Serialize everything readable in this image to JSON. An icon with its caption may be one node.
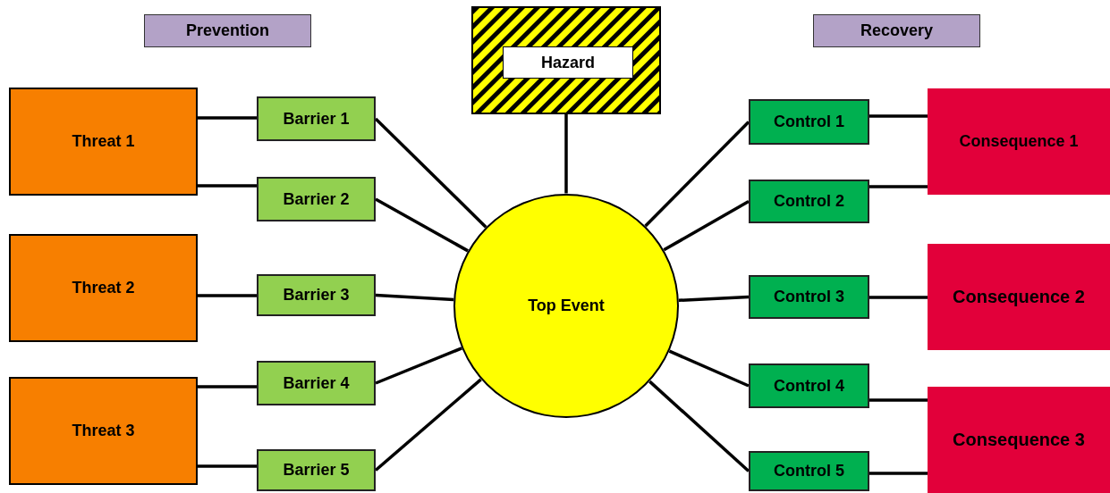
{
  "diagram": {
    "nodes": [
      {
        "text": [
          "Prevention"
        ]
      },
      {
        "text": [],
        "shape": "box"
      },
      {
        "text": [
          "Hazard"
        ],
        "in": 1
      },
      {
        "text": [
          "Recovery"
        ]
      },
      {
        "text": [
          "Threat 1"
        ]
      },
      {
        "text": [
          "Threat 2"
        ]
      },
      {
        "text": [
          "Threat 3"
        ]
      },
      {
        "text": [
          "Barrier 1"
        ]
      },
      {
        "text": [
          "Barrier 2"
        ]
      },
      {
        "text": [
          "Barrier 3"
        ]
      },
      {
        "text": [
          "Barrier 4"
        ]
      },
      {
        "text": [
          "Barrier 5"
        ]
      },
      {
        "text": [
          "Top Event"
        ]
      },
      {
        "text": [
          "Control 1"
        ]
      },
      {
        "text": [
          "Control 2"
        ]
      },
      {
        "text": [
          "Control 3"
        ]
      },
      {
        "text": [
          "Control 4"
        ]
      },
      {
        "text": [
          "Control 5"
        ]
      },
      {
        "text": [
          "Consequence 1"
        ]
      },
      {
        "text": [
          "Consequence 2"
        ]
      },
      {
        "text": [
          "Consequence 3"
        ]
      }
    ],
    "edges": [
      {
        "from": 4,
        "to": 7,
        "arrow": "none"
      },
      {
        "from": 4,
        "to": 8,
        "arrow": "none"
      },
      {
        "from": 5,
        "to": 9,
        "arrow": "none"
      },
      {
        "from": 6,
        "to": 10,
        "arrow": "none"
      },
      {
        "from": 6,
        "to": 11,
        "arrow": "none"
      },
      {
        "from": 7,
        "to": 12,
        "arrow": "none"
      },
      {
        "from": 8,
        "to": 12,
        "arrow": "none"
      },
      {
        "from": 9,
        "to": 12,
        "arrow": "none"
      },
      {
        "from": 10,
        "to": 12,
        "arrow": "none"
      },
      {
        "from": 11,
        "to": 12,
        "arrow": "none"
      },
      {
        "from": 1,
        "to": 12,
        "arrow": "none"
      },
      {
        "from": 12,
        "to": 13,
        "arrow": "none"
      },
      {
        "from": 12,
        "to": 14,
        "arrow": "none"
      },
      {
        "from": 12,
        "to": 15,
        "arrow": "none"
      },
      {
        "from": 12,
        "to": 16,
        "arrow": "none"
      },
      {
        "from": 12,
        "to": 17,
        "arrow": "none"
      },
      {
        "from": 13,
        "to": 18,
        "arrow": "none"
      },
      {
        "from": 14,
        "to": 18,
        "arrow": "none"
      },
      {
        "from": 15,
        "to": 19,
        "arrow": "none"
      },
      {
        "from": 16,
        "to": 20,
        "arrow": "none"
      },
      {
        "from": 17,
        "to": 20,
        "arrow": "none"
      }
    ]
  }
}
